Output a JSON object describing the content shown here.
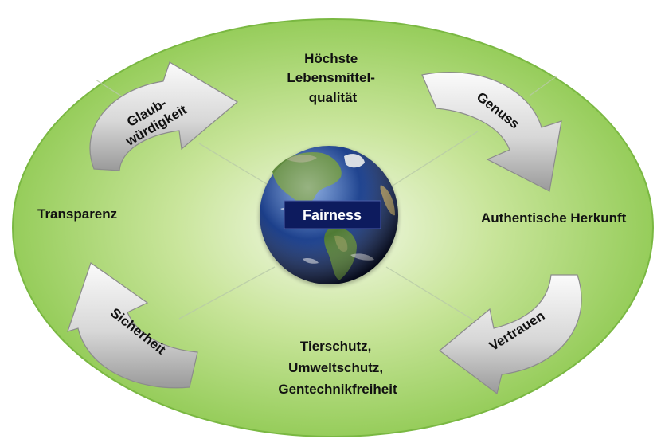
{
  "diagram": {
    "center_label": "Fairness",
    "labels": {
      "top": [
        "Höchste",
        "Lebensmittel-",
        "qualität"
      ],
      "left": "Transparenz",
      "right": "Authentische Herkunft",
      "bottom": [
        "Tierschutz,",
        "Umweltschutz,",
        "Gentechnikfreiheit"
      ]
    },
    "arrows": {
      "top_left": [
        "Glaub-",
        "würdigkeit"
      ],
      "top_right": "Genuss",
      "bottom_right": "Vertrauen",
      "bottom_left": "Sicherheit"
    },
    "colors": {
      "ellipse_center": "#f2f8e4",
      "ellipse_edge": "#8ec951",
      "ellipse_border": "#76b13c",
      "label_box": "#0d1b5e",
      "arrow_light": "#f5f5f5",
      "arrow_dark": "#9b9b9b"
    }
  }
}
